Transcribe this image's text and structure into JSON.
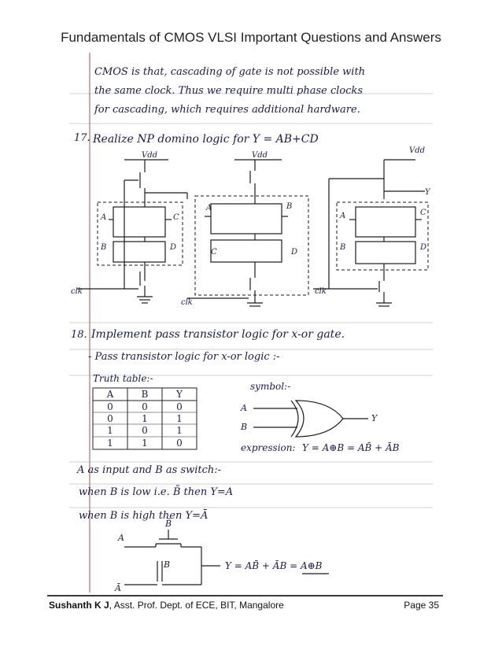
{
  "header": {
    "title": "Fundamentals of CMOS VLSI Important Questions and Answers"
  },
  "notes": {
    "para_line1": "CMOS is that, cascading of gate is not possible with",
    "para_line2": "the same clock. Thus we require multi phase clocks",
    "para_line3": "for cascading, which requires additional hardware.",
    "q17_num": "17.",
    "q17_text": "Realize NP domino logic for Y = AB+CD",
    "vdd1": "Vdd",
    "vdd2": "Vdd",
    "vdd3": "Vdd",
    "lbl_a1": "A",
    "lbl_c1": "C",
    "lbl_b1": "B",
    "lbl_d1": "D",
    "lbl_a2": "A",
    "lbl_b2": "B",
    "lbl_c2": "C",
    "lbl_d2": "D",
    "lbl_a3": "A",
    "lbl_c3": "C",
    "lbl_b3": "B",
    "lbl_d3": "D",
    "lbl_y": "Y",
    "clk1": "clk",
    "clk2": "clk",
    "clk3": "clk",
    "q18_num": "18.",
    "q18_text": "Implement pass transistor logic for x-or gate.",
    "sub_heading": "- Pass transistor logic for x-or logic :-",
    "truth_label": "Truth table:-",
    "truth_headers": [
      "A",
      "B",
      "Y"
    ],
    "truth_rows": [
      [
        "0",
        "0",
        "0"
      ],
      [
        "0",
        "1",
        "1"
      ],
      [
        "1",
        "0",
        "1"
      ],
      [
        "1",
        "1",
        "0"
      ]
    ],
    "symbol_label": "symbol:-",
    "sym_a": "A",
    "sym_b": "B",
    "sym_y": "Y",
    "expression_label": "expression:",
    "expression_value": "Y = A⊕B = AB̄ + ĀB",
    "as_input": "A as input and B as switch:-",
    "when_low": "when B is low i.e. B̄ then Y=A",
    "when_high": "when B is high then Y=Ā",
    "pt_b_top": "B̄",
    "pt_a": "A",
    "pt_b": "B",
    "pt_abar": "Ā",
    "pt_equation": "Y = AB̄ + ĀB = A⊕B"
  },
  "footer": {
    "author": "Sushanth K J",
    "affiliation": ", Asst. Prof. Dept. of ECE, BIT, Mangalore",
    "page": "Page 35"
  }
}
